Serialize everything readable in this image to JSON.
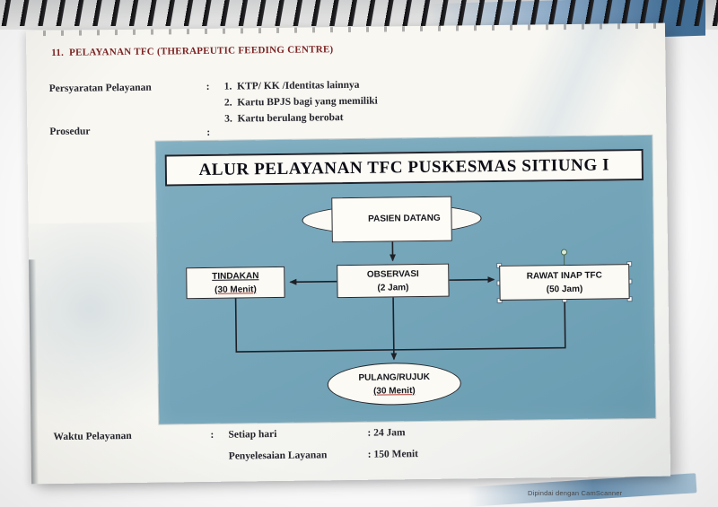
{
  "colors": {
    "heading_maroon": "#7c2424",
    "panel_teal": "#6a9db2",
    "panel_teal_light": "#7fadc0",
    "ink": "#26262e"
  },
  "document": {
    "section_heading": "11.  PELAYANAN TFC (THERAPEUTIC FEEDING CENTRE)",
    "persyaratan": {
      "label": "Persyaratan Pelayanan",
      "separator": ":",
      "items": [
        "1.  KTP/ KK /Identitas lainnya",
        "2.  Kartu BPJS bagi yang memiliki",
        "3.  Kartu berulang berobat"
      ]
    },
    "prosedur": {
      "label": "Prosedur",
      "separator": ":"
    },
    "waktu": {
      "label": "Waktu Pelayanan",
      "separator": ":",
      "schedule_label": "Setiap hari",
      "schedule_value": ": 24 Jam",
      "completion_label": "Penyelesaian Layanan",
      "completion_value": ": 150 Menit"
    }
  },
  "flowchart": {
    "title": "ALUR PELAYANAN TFC PUSKESMAS SITIUNG I",
    "nodes": {
      "start": {
        "label": "PASIEN DATANG"
      },
      "tindakan": {
        "label": "TINDAKAN",
        "duration": "(30 Menit)"
      },
      "observasi": {
        "label": "OBSERVASI",
        "duration": "(2 Jam)"
      },
      "rawat_inap": {
        "label": "RAWAT INAP TFC",
        "duration": "(50 Jam)"
      },
      "pulang": {
        "label": "PULANG/RUJUK",
        "duration": "(30 Menit)"
      }
    },
    "edges": [
      {
        "from": "start",
        "to": "observasi"
      },
      {
        "from": "observasi",
        "to": "tindakan"
      },
      {
        "from": "observasi",
        "to": "rawat_inap"
      },
      {
        "from": "tindakan",
        "to": "pulang"
      },
      {
        "from": "observasi",
        "to": "pulang"
      },
      {
        "from": "rawat_inap",
        "to": "pulang"
      }
    ]
  },
  "watermark": {
    "label": "Dipindai dengan CamScanner"
  }
}
